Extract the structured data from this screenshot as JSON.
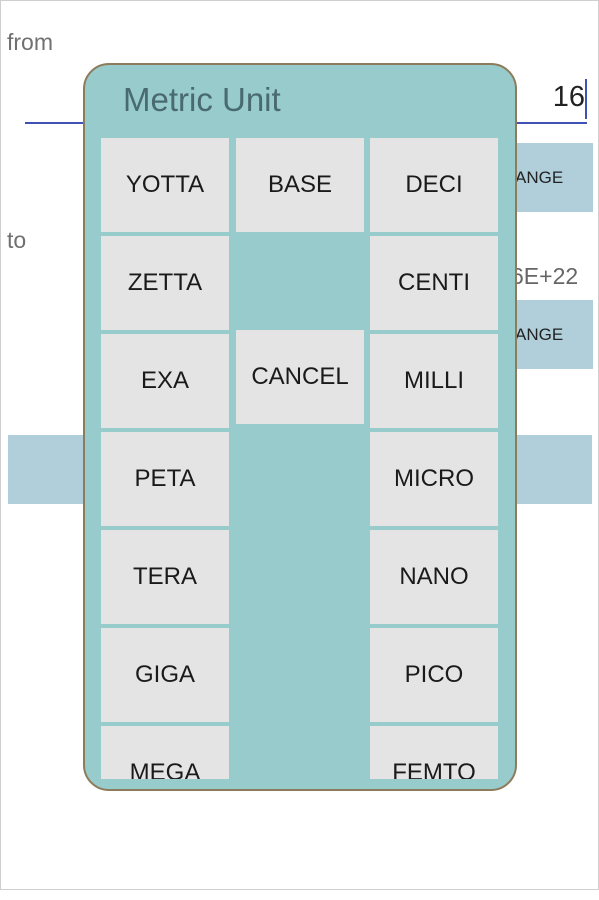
{
  "background": {
    "from_label": "from",
    "from_value": "16",
    "from_range_button": "ANGE",
    "to_label": "to",
    "to_value": "6E+22",
    "to_range_button": "ANGE"
  },
  "dialog": {
    "title": "Metric Unit",
    "left_column": [
      "YOTTA",
      "ZETTA",
      "EXA",
      "PETA",
      "TERA",
      "GIGA",
      "MEGA"
    ],
    "middle_column": [
      "BASE",
      "CANCEL"
    ],
    "right_column": [
      "DECI",
      "CENTI",
      "MILLI",
      "MICRO",
      "NANO",
      "PICO",
      "FEMTO"
    ]
  },
  "colors": {
    "dialog_background": "#97cbcc",
    "dialog_border": "#8d7c5c",
    "button_background": "#e4e4e4",
    "range_button_background": "#b0cfdb",
    "input_underline": "#3f51b5"
  }
}
